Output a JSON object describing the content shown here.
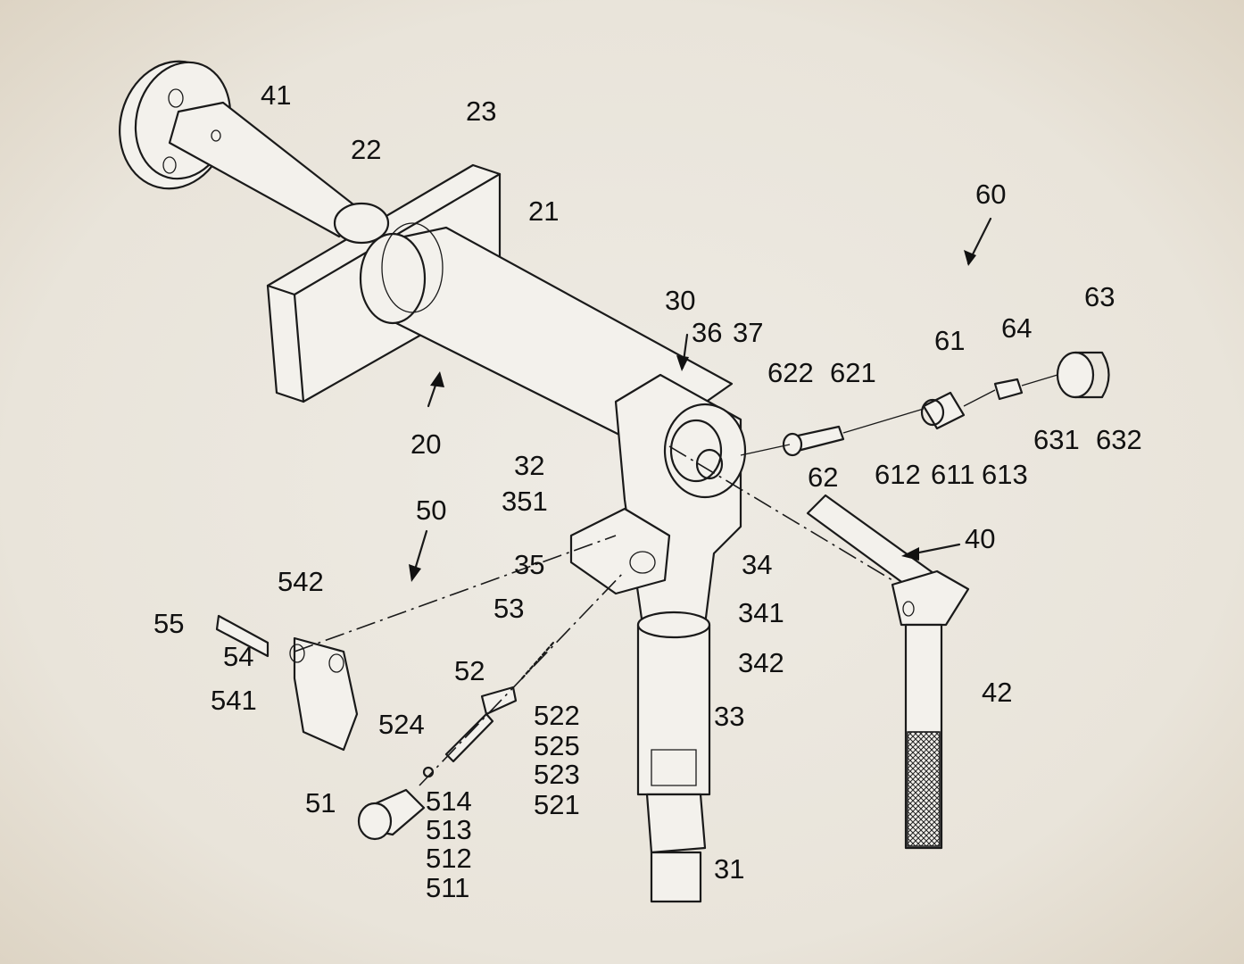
{
  "labels": [
    "41",
    "22",
    "23",
    "21",
    "20",
    "60",
    "30",
    "36",
    "37",
    "622",
    "621",
    "61",
    "64",
    "63",
    "62",
    "612",
    "611",
    "613",
    "631",
    "632",
    "32",
    "351",
    "35",
    "34",
    "40",
    "50",
    "341",
    "342",
    "542",
    "55",
    "54",
    "541",
    "53",
    "52",
    "522",
    "525",
    "523",
    "521",
    "524",
    "514",
    "513",
    "512",
    "511",
    "51",
    "33",
    "42",
    "31"
  ],
  "colors": {
    "paper": "#ebe7df",
    "ink": "#1a1a1a"
  }
}
